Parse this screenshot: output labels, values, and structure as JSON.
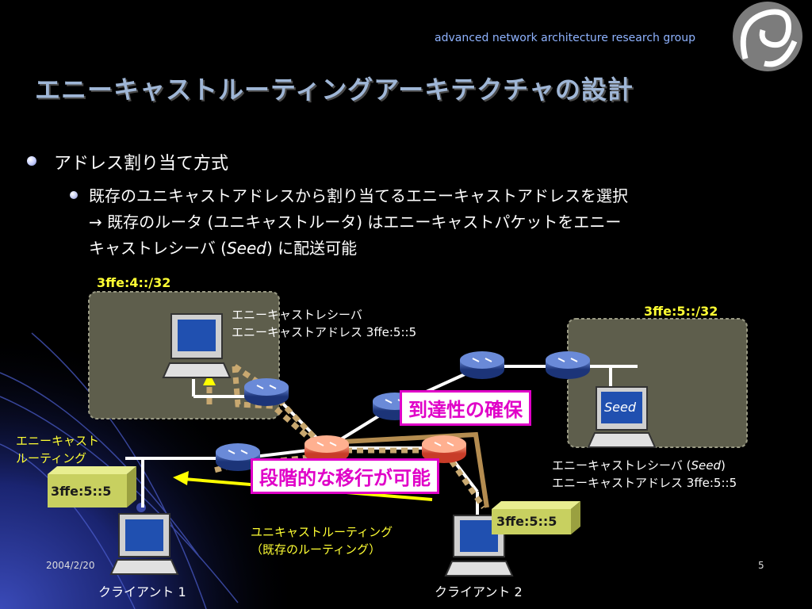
{
  "header": {
    "group_name": "advanced network architecture research group",
    "title": "エニーキャストルーティングアーキテクチャの設計"
  },
  "bullets": {
    "level1": "アドレス割り当て方式",
    "level2_line1": "既存のユニキャストアドレスから割り当てるエニーキャストアドレスを選択",
    "level2_line2": "→ 既存のルータ (ユニキャストルータ) はエニーキャストパケットをエニー",
    "level2_line3_pre": "キャストレシーバ (",
    "level2_line3_seed": "Seed",
    "level2_line3_post": ") に配送可能"
  },
  "diagram": {
    "prefix_left": "3ffe:4::/32",
    "prefix_right": "3ffe:5::/32",
    "receiver_top_line1": "エニーキャストレシーバ",
    "receiver_top_line2": "エニーキャストアドレス 3ffe:5::5",
    "receiver_right_line1_pre": "エニーキャストレシーバ (",
    "receiver_right_line1_seed": "Seed",
    "receiver_right_line1_post": ")",
    "receiver_right_line2": "エニーキャストアドレス 3ffe:5::5",
    "seed_label": "Seed",
    "anycast_routing_line1": "エニーキャスト",
    "anycast_routing_line2": "ルーティング",
    "unicast_routing_line1": "ユニキャストルーティング",
    "unicast_routing_line2": "（既存のルーティング）",
    "box_left": "3ffe:5::5",
    "box_right": "3ffe:5::5",
    "callout_reachability": "到達性の確保",
    "callout_migration": "段階的な移行が可能",
    "client1": "クライアント 1",
    "client2": "クライアント 2"
  },
  "footer": {
    "date": "2004/2/20",
    "page": "5"
  },
  "colors": {
    "background": "#000000",
    "title": "#9fb6d6",
    "prefix_label": "#ffff33",
    "callout_border": "#e000c8",
    "router": "#2a4a9a",
    "router_active": "#e06040",
    "region": "#5e5e4c",
    "anycast_path": "#c8a870",
    "unicast_path": "#ffff00"
  }
}
